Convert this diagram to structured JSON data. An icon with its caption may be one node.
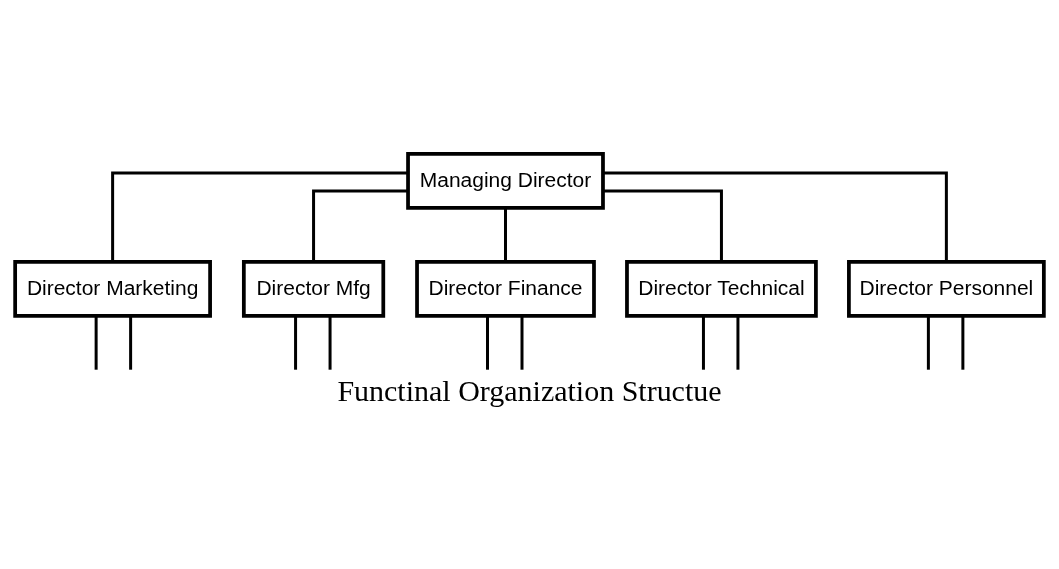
{
  "diagram": {
    "caption": "Functinal Organization Structue",
    "nodes": [
      {
        "text": [
          "Managing Director"
        ]
      },
      {
        "text": [
          "Director Marketing"
        ]
      },
      {
        "text": [
          "Director Mfg"
        ]
      },
      {
        "text": [
          "Director Finance"
        ]
      },
      {
        "text": [
          "Director Technical"
        ]
      },
      {
        "text": [
          "Director Personnel"
        ]
      }
    ],
    "edges": [
      {
        "from": 0,
        "to": 1,
        "arrow": "none"
      },
      {
        "from": 0,
        "to": 2,
        "arrow": "none"
      },
      {
        "from": 0,
        "to": 3,
        "arrow": "none"
      },
      {
        "from": 0,
        "to": 4,
        "arrow": "none"
      },
      {
        "from": 0,
        "to": 5,
        "arrow": "none"
      },
      {
        "from": 1,
        "to": null,
        "arrow": "none"
      },
      {
        "from": 1,
        "to": null,
        "arrow": "none"
      },
      {
        "from": 2,
        "to": null,
        "arrow": "none"
      },
      {
        "from": 2,
        "to": null,
        "arrow": "none"
      },
      {
        "from": 3,
        "to": null,
        "arrow": "none"
      },
      {
        "from": 3,
        "to": null,
        "arrow": "none"
      },
      {
        "from": 4,
        "to": null,
        "arrow": "none"
      },
      {
        "from": 4,
        "to": null,
        "arrow": "none"
      },
      {
        "from": 5,
        "to": null,
        "arrow": "none"
      },
      {
        "from": 5,
        "to": null,
        "arrow": "none"
      }
    ]
  }
}
